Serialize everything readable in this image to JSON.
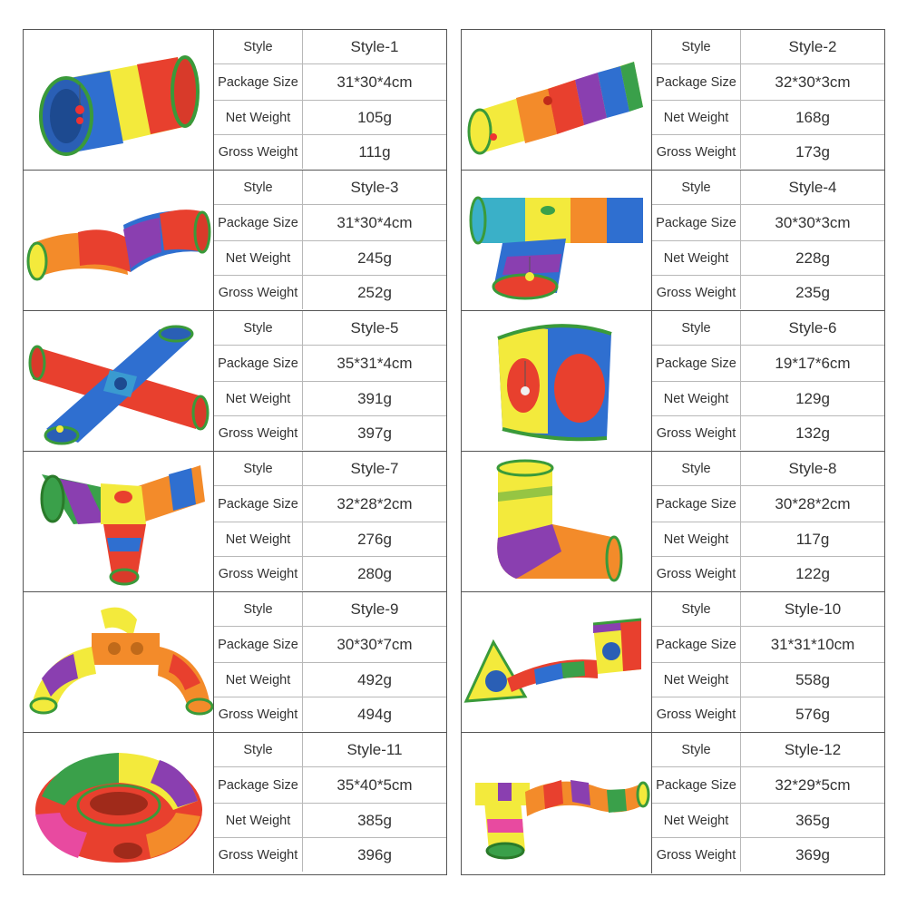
{
  "labels": {
    "style": "Style",
    "package_size": "Package Size",
    "net_weight": "Net Weight",
    "gross_weight": "Gross Weight"
  },
  "products": [
    {
      "style": "Style-1",
      "package_size": "31*30*4cm",
      "net_weight": "105g",
      "gross_weight": "111g",
      "image": "straight-tunnel-image"
    },
    {
      "style": "Style-2",
      "package_size": "32*30*3cm",
      "net_weight": "168g",
      "gross_weight": "173g",
      "image": "rainbow-tunnel-image"
    },
    {
      "style": "Style-3",
      "package_size": "31*30*4cm",
      "net_weight": "245g",
      "gross_weight": "252g",
      "image": "curved-tunnel-image"
    },
    {
      "style": "Style-4",
      "package_size": "30*30*3cm",
      "net_weight": "228g",
      "gross_weight": "235g",
      "image": "t-tunnel-image"
    },
    {
      "style": "Style-5",
      "package_size": "35*31*4cm",
      "net_weight": "391g",
      "gross_weight": "397g",
      "image": "cross-tunnel-image"
    },
    {
      "style": "Style-6",
      "package_size": "19*17*6cm",
      "net_weight": "129g",
      "gross_weight": "132g",
      "image": "cube-tent-image"
    },
    {
      "style": "Style-7",
      "package_size": "32*28*2cm",
      "net_weight": "276g",
      "gross_weight": "280g",
      "image": "y-tunnel-image"
    },
    {
      "style": "Style-8",
      "package_size": "30*28*2cm",
      "net_weight": "117g",
      "gross_weight": "122g",
      "image": "l-tunnel-image"
    },
    {
      "style": "Style-9",
      "package_size": "30*30*7cm",
      "net_weight": "492g",
      "gross_weight": "494g",
      "image": "bridge-tunnel-image"
    },
    {
      "style": "Style-10",
      "package_size": "31*31*10cm",
      "net_weight": "558g",
      "gross_weight": "576g",
      "image": "tent-tunnel-combo-image"
    },
    {
      "style": "Style-11",
      "package_size": "35*40*5cm",
      "net_weight": "385g",
      "gross_weight": "396g",
      "image": "donut-tunnel-image"
    },
    {
      "style": "Style-12",
      "package_size": "32*29*5cm",
      "net_weight": "365g",
      "gross_weight": "369g",
      "image": "long-tunnel-image"
    }
  ]
}
